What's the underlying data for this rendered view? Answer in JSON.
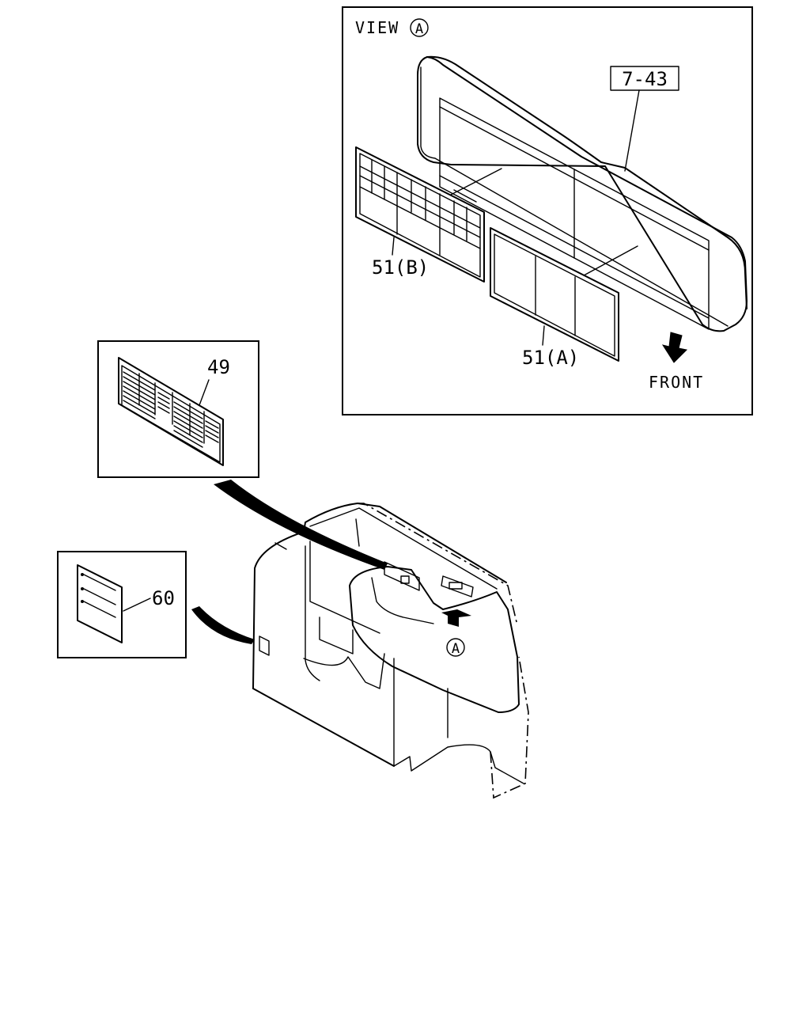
{
  "view": {
    "prefix": "VIEW",
    "marker": "A"
  },
  "callouts": {
    "part_7_43": "7-43",
    "part_51b": "51(B)",
    "part_51a": "51(A)",
    "part_49": "49",
    "part_60": "60"
  },
  "direction": {
    "front": "FRONT"
  },
  "view_arrow_marker": "A",
  "colors": {
    "ink": "#000000",
    "paper": "#ffffff"
  }
}
